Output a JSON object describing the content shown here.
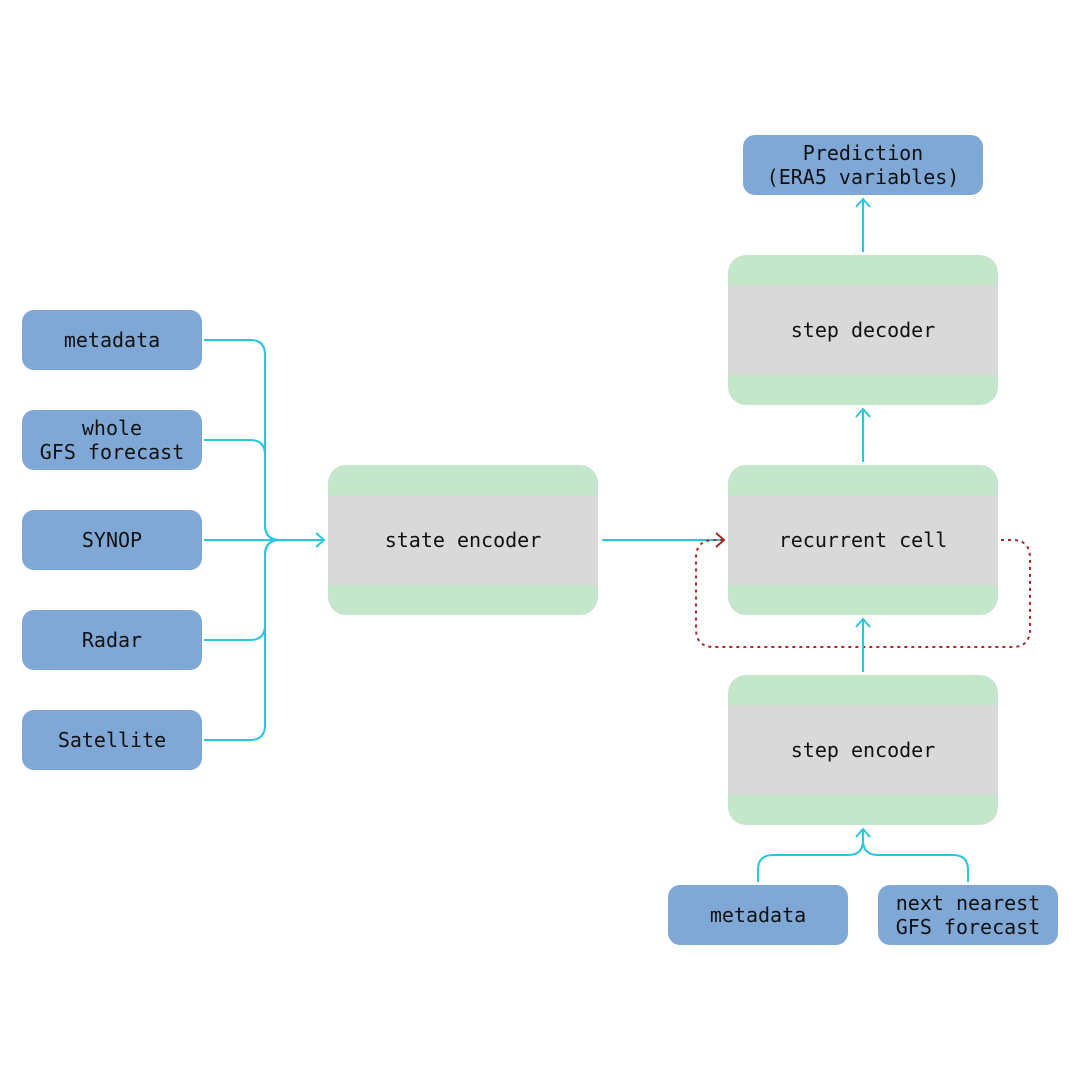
{
  "inputs": {
    "metadata": "metadata",
    "gfs_whole": "whole\nGFS forecast",
    "synop": "SYNOP",
    "radar": "Radar",
    "satellite": "Satellite"
  },
  "modules": {
    "state_encoder": "state encoder",
    "recurrent_cell": "recurrent cell",
    "step_decoder": "step decoder",
    "step_encoder": "step encoder"
  },
  "prediction": "Prediction\n(ERA5 variables)",
  "step_inputs": {
    "metadata": "metadata",
    "gfs_next": "next nearest\nGFS forecast"
  },
  "colors": {
    "input_fill": "#7fa8d6",
    "module_fill": "#c4e7cc",
    "module_band": "#d9d9d9",
    "arrow": "#29c6e0",
    "recurrent_loop": "#a52a2a"
  }
}
